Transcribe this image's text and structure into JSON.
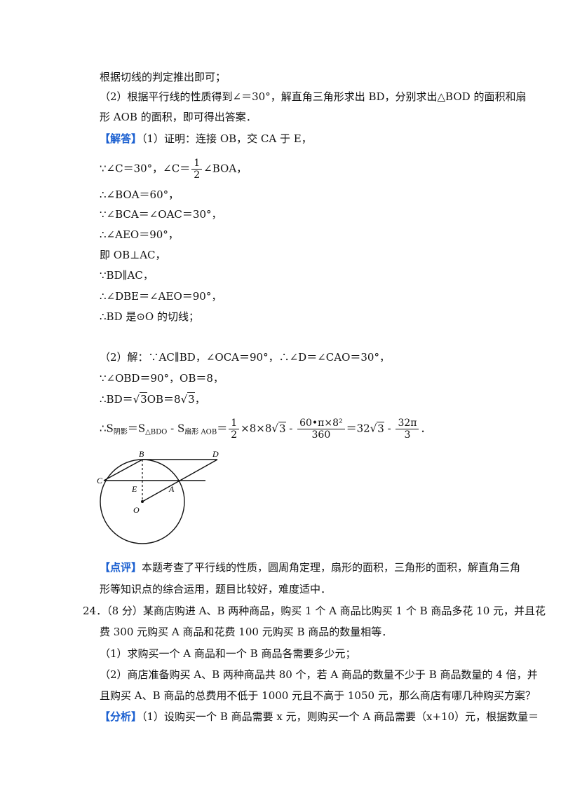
{
  "lines": {
    "l1": "根据切线的判定推出即可；",
    "l2": "（2）根据平行线的性质得到∠＝30°，解直角三角形求出 BD，分别求出△BOD 的面积和扇",
    "l3": "形 AOB 的面积，即可得出答案．",
    "l4_tag": "【解答】",
    "l4_text": "（1）证明：连接 OB，交 CA 于 E，",
    "l5_a": "∵∠C＝30°，∠C＝",
    "l5_b": "∠BOA，",
    "l6": "∴∠BOA＝60°，",
    "l7": "∵∠BCA＝∠OAC＝30°，",
    "l8": "∴∠AEO＝90°，",
    "l9": "即 OB⊥AC，",
    "l10": "∵BD∥AC，",
    "l11": "∴∠DBE＝∠AEO＝90°，",
    "l12": "∴BD 是⊙O 的切线；",
    "l13": "（2）解：∵AC∥BD，∠OCA＝90°，∴∠D＝∠CAO＝30°，",
    "l14": "∵∠OBD＝90°，OB＝8，",
    "l15_a": "∴BD＝",
    "l15_b": "3",
    "l15_c": "OB＝8",
    "l15_d": "3",
    "l15_e": "，",
    "l16_a": "∴S",
    "l16_sub1": "阴影",
    "l16_b": "＝S",
    "l16_sub2": "△BDO",
    "l16_c": " - S",
    "l16_sub3": "扇形 AOB",
    "l16_d": "＝",
    "l16_e": "×8×8",
    "l16_f": "3",
    "l16_g": " - ",
    "l16_h": "＝32",
    "l16_i": "3",
    "l16_j": " - ",
    "l16_k": "．",
    "frac_half_num": "1",
    "frac_half_den": "2",
    "frac_sector_num": "60•π×8²",
    "frac_sector_den": "360",
    "frac_pi_num": "32π",
    "frac_pi_den": "3",
    "r1_tag": "【点评】",
    "r1_text": "本题考查了平行线的性质，圆周角定理，扇形的面积，三角形的面积，解直角三角",
    "r2": "形等知识点的综合运用，题目比较好，难度适中．",
    "q24_1": "24．（8 分）某商店购进 A、B 两种商品，购买 1 个 A 商品比购买 1 个 B 商品多花 10 元，并且花",
    "q24_2": "费 300 元购买 A 商品和花费 100 元购买 B 商品的数量相等．",
    "q24_3": "（1）求购买一个 A 商品和一个 B 商品各需要多少元；",
    "q24_4": "（2）商店准备购买 A、B 两种商品共 80 个，若 A 商品的数量不少于 B 商品数量的 4 倍，并",
    "q24_5": "且购买 A、B 商品的总费用不低于 1000 元且不高于 1050 元，那么商店有哪几种购买方案？",
    "a_tag": "【分析】",
    "a_text": "（1）设购买一个 B 商品需要 x 元，则购买一个 A 商品需要（x+10）元，根据数量＝"
  },
  "figure": {
    "labels": {
      "B": "B",
      "D": "D",
      "C": "C",
      "E": "E",
      "A": "A",
      "O": "O"
    }
  }
}
